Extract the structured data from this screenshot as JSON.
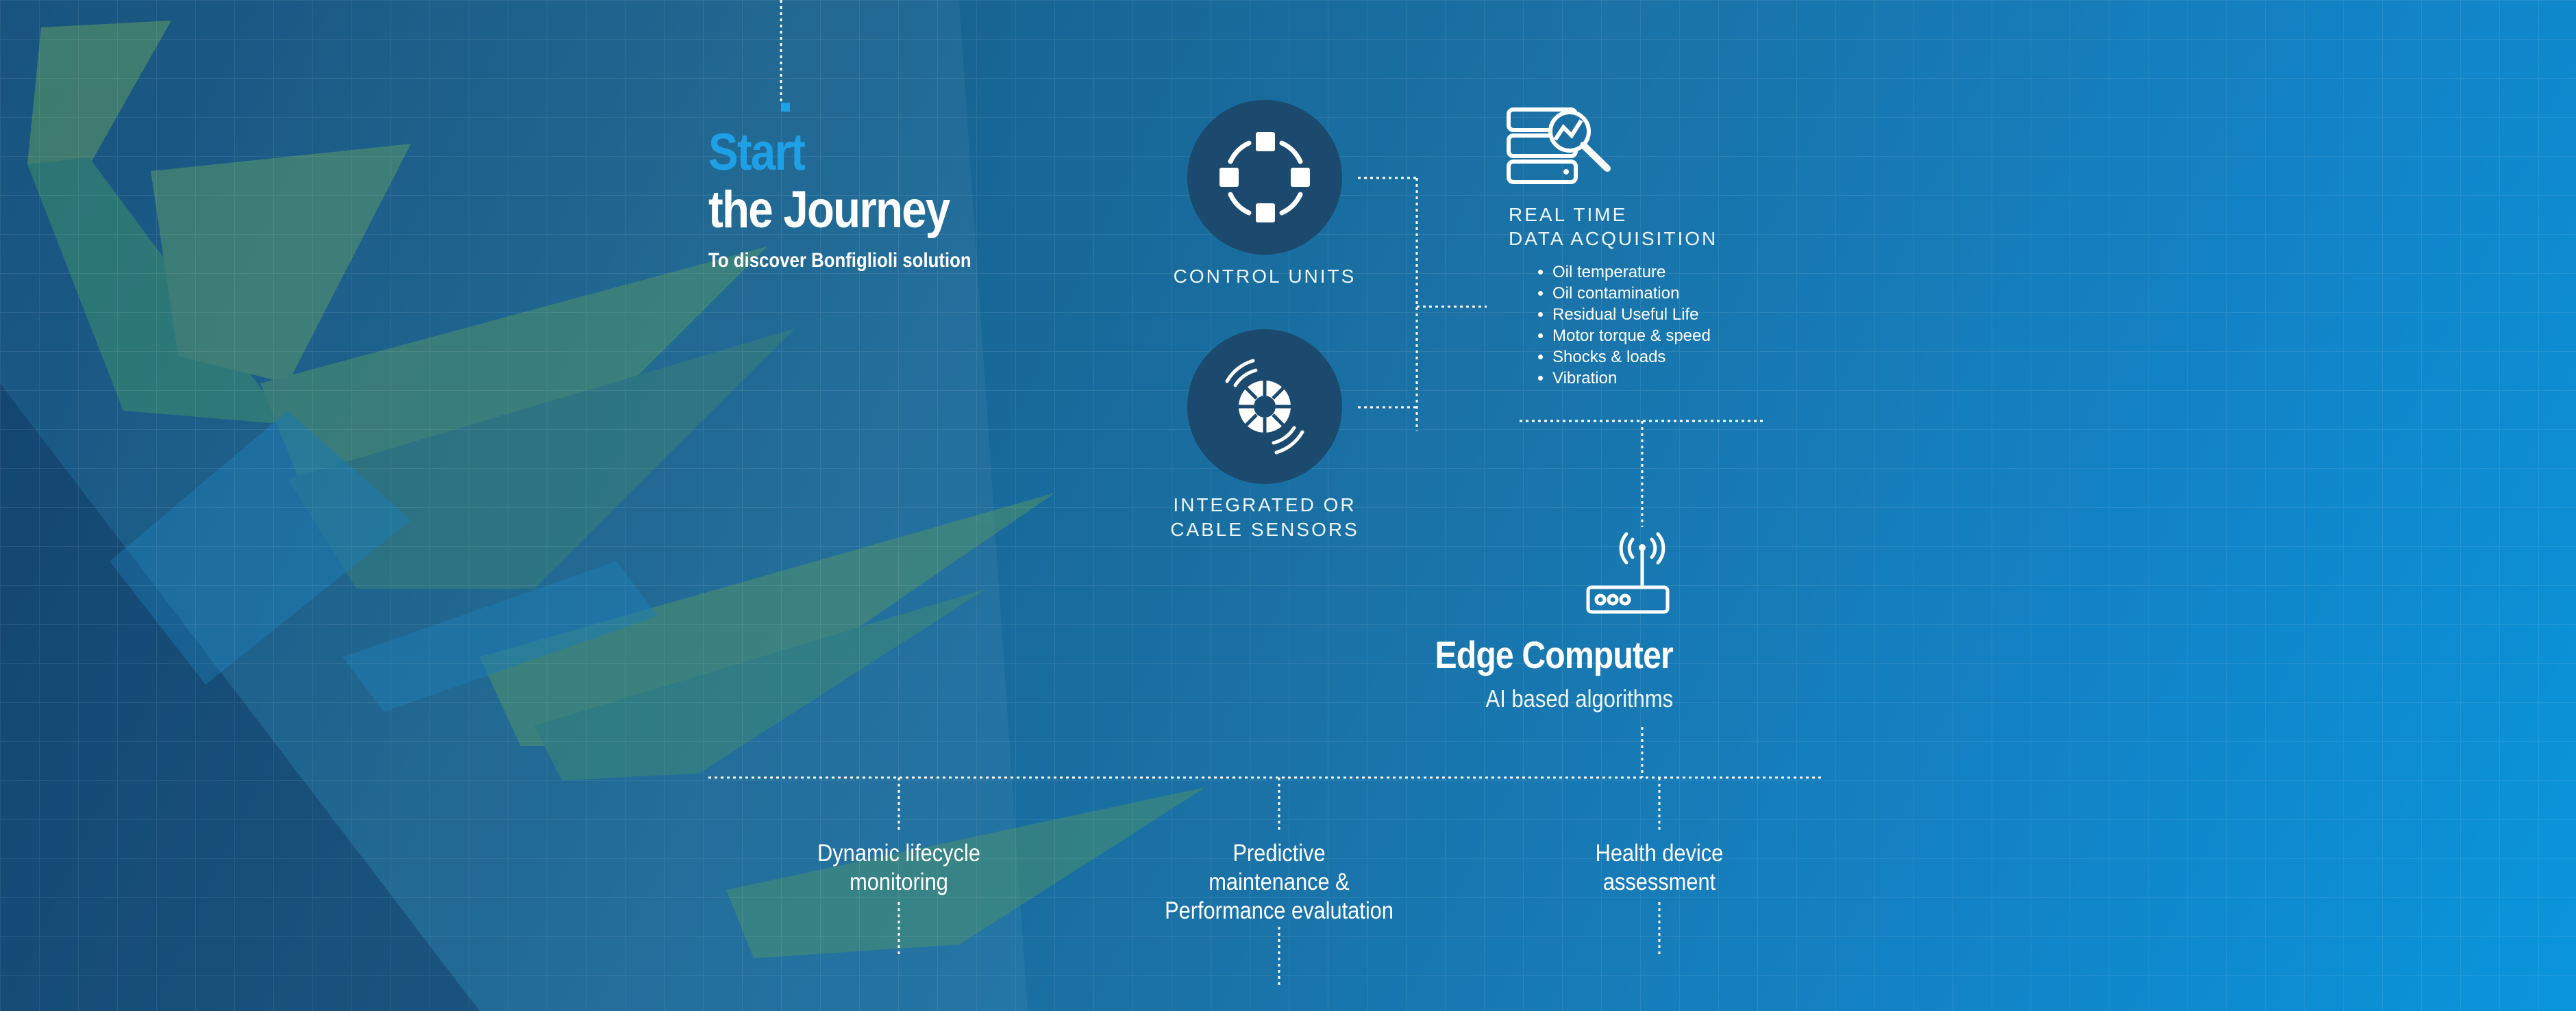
{
  "header": {
    "start": "Start",
    "journey": "the Journey",
    "subtitle": "To discover Bonfiglioli solution"
  },
  "inputs": {
    "control_units": "CONTROL UNITS",
    "sensors_line1": "INTEGRATED OR",
    "sensors_line2": "CABLE SENSORS"
  },
  "acquisition": {
    "title_line1": "REAL TIME",
    "title_line2": "DATA ACQUISITION",
    "items": [
      "Oil temperature",
      "Oil contamination",
      "Residual Useful Life",
      "Motor torque & speed",
      "Shocks & loads",
      "Vibration"
    ]
  },
  "edge": {
    "title": "Edge Computer",
    "subtitle": "AI based algorithms"
  },
  "outputs": {
    "lifecycle": [
      "Dynamic lifecycle",
      "monitoring"
    ],
    "predictive": [
      "Predictive",
      "maintenance &",
      "Performance evalutation"
    ],
    "health": [
      "Health device",
      "assessment"
    ]
  },
  "icons": {
    "control": "control-units-icon",
    "sensor": "sensor-icon",
    "database": "database-search-icon",
    "router": "router-icon"
  },
  "colors": {
    "accent": "#1ea0e6",
    "icon_circle": "#1b4a6e",
    "text": "#ffffff"
  }
}
